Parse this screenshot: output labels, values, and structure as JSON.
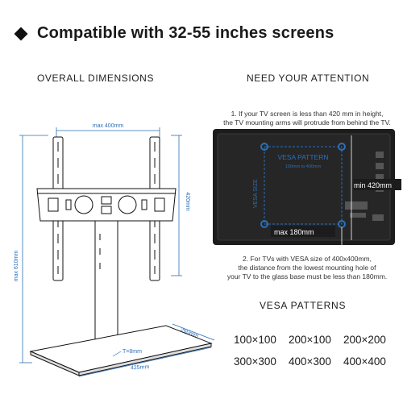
{
  "headline": "Compatible with 32-55 inches screens",
  "overall": {
    "title": "OVERALL DIMENSIONS",
    "max_width": "max 400mm",
    "height_arm": "420mm",
    "max_height": "max 610mm",
    "depth": "260mm",
    "base_width": "425mm",
    "thickness": "T=8mm"
  },
  "attention": {
    "title": "NEED YOUR ATTENTION",
    "note1_line1": "1. If your TV screen is less than 420 mm in height,",
    "note1_line2": "the TV mounting arms will protrude from behind the TV.",
    "vesa_pattern_label": "VESA PATTERN",
    "vesa_width": "100mm to 400mm",
    "vesa_size_vertical": "VESA SIZE",
    "min_height": "min 420mm",
    "max_gap": "max 180mm",
    "note2_line1": "2. For TVs with VESA size of 400x400mm,",
    "note2_line2": "the distance from the lowest mounting hole of",
    "note2_line3": "your TV to the glass base must be less than 180mm."
  },
  "vesa": {
    "title": "VESA PATTERNS",
    "patterns": [
      "100×100",
      "200×100",
      "200×200",
      "300×300",
      "400×300",
      "400×400"
    ]
  },
  "colors": {
    "dimension": "#2b6fb8",
    "tv": "#1c1c1c"
  }
}
